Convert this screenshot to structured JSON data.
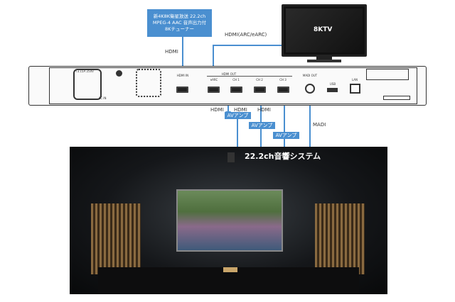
{
  "tuner": {
    "lines": [
      "新4K8K衛星放送 22.2ch",
      "MPEG-4 AAC 音声出力付",
      "8Kチューナー"
    ]
  },
  "tv": {
    "label": "8KTV"
  },
  "links": {
    "hdmi_in": "HDMI",
    "hdmi_arc": "HDMI(ARC/eARC)",
    "hdmi1": "HDMI",
    "hdmi2": "HDMI",
    "hdmi3": "HDMI",
    "madi": "MADI"
  },
  "device": {
    "power": "T3.15A 250V",
    "ac_in": "AC IN",
    "hdmi_in": "HDMI IN",
    "hdmi_out": "HDMI OUT",
    "earc": "eARC",
    "ch1": "CH 1",
    "ch2": "CH 2",
    "ch3": "CH 3",
    "madi_out": "MADI OUT",
    "usb": "USB",
    "lan": "LAN"
  },
  "amps": [
    "AVアンプ",
    "AVアンプ",
    "AVアンプ"
  ],
  "theater": {
    "title": "22.2ch音響システム"
  },
  "colors": {
    "accent": "#4a8fd0"
  }
}
